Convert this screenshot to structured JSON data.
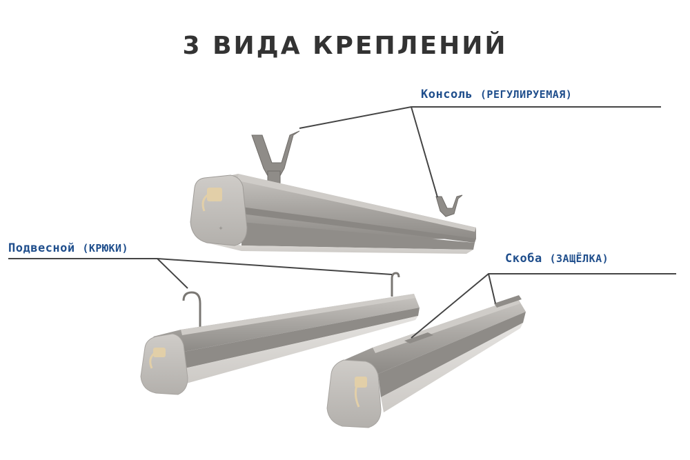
{
  "title": "3 ВИДА КРЕПЛЕНИЙ",
  "labels": {
    "console": {
      "main": "Консоль",
      "note": "(РЕГУЛИРУЕМАЯ)"
    },
    "hooks": {
      "main": "Подвесной",
      "note": "(КРЮКИ)"
    },
    "clip": {
      "main": "Скоба",
      "note": "(ЗАЩЁЛКА)"
    }
  },
  "colors": {
    "title": "#333333",
    "label": "#1f4e8c",
    "leader": "#444444",
    "body_light": "#b9b6b2",
    "body_mid": "#a29f9b",
    "body_dark": "#8a8783",
    "diffuser": "#d6d4d1",
    "cable": "#e2cfa8"
  }
}
